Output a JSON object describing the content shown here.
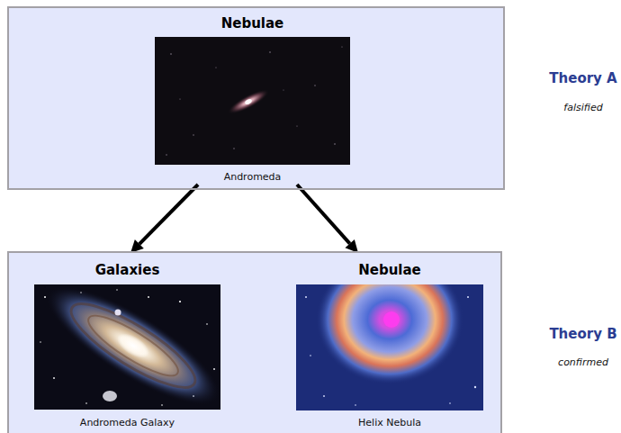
{
  "diagram": {
    "nodes": [
      {
        "text": [
          "Theory A",
          "falsified"
        ]
      },
      {
        "text": [
          "Nebulae",
          "Andromeda"
        ],
        "in": 0
      },
      {
        "text": [
          "Theory B",
          "confirmed"
        ]
      },
      {
        "text": [
          "Galaxies",
          "Andromeda Galaxy"
        ],
        "in": 2
      },
      {
        "text": [
          "Nebulae",
          "Helix Nebula"
        ],
        "in": 2
      }
    ],
    "edges": [
      {
        "from": 1,
        "to": 3,
        "arrow": "to"
      },
      {
        "from": 1,
        "to": 4,
        "arrow": "to"
      }
    ]
  }
}
